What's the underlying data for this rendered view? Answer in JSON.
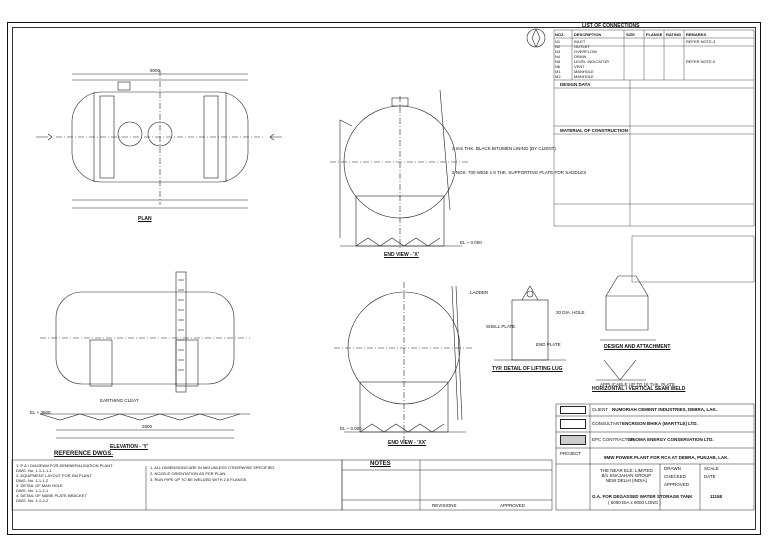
{
  "section_headers": {
    "list_of_connections": "LIST OF CONNECTIONS",
    "design_data": "DESIGN DATA",
    "material_of_construction": "MATERIAL OF CONSTRUCTION",
    "reference_dwgs": "REFERENCE DWGS.",
    "notes": "NOTES"
  },
  "connections_table": {
    "headers": [
      "NOZ.",
      "DESCRIPTION",
      "SIZE",
      "FLANGE",
      "RATING",
      "REMARKS"
    ],
    "rows": [
      [
        "N1",
        "INLET",
        "",
        "",
        "",
        "REFER NOTE-3"
      ],
      [
        "N2",
        "OUTLET",
        "",
        "",
        "",
        ""
      ],
      [
        "N3",
        "OVERFLOW",
        "",
        "",
        "",
        ""
      ],
      [
        "N4",
        "DRAIN",
        "",
        "",
        "",
        ""
      ],
      [
        "N5",
        "LEVEL INDICATOR",
        "",
        "",
        "",
        "REFER NOTE-5"
      ],
      [
        "N6",
        "VENT",
        "",
        "",
        "",
        ""
      ],
      [
        "M1",
        "MANHOLE",
        "",
        "",
        "",
        ""
      ],
      [
        "M2",
        "MANHOLE",
        "",
        "",
        "",
        ""
      ]
    ]
  },
  "views": {
    "plan": "PLAN",
    "elevation": "ELEVATION - 'Y'",
    "end_view_x": "END VIEW - 'X'",
    "end_view_xx": "END VIEW - 'XX'",
    "lifting_lug": "TYP. DETAIL OF LIFTING LUG",
    "saddle": "DESIGN AND ATTACHMENT",
    "weld": "HORIZONTAL / VERTICAL SEAM WELD"
  },
  "annotations": {
    "earthing_cleat": "EARTHING CLEAT",
    "black_bitumen": "3 mm THK. BLACK BITUMEN LINING (BY CLIENT)",
    "nos_plate": "2 NOS. 700 WIDE x 8 THK. SUPPORTING PLATE FOR SADDLES",
    "ladder": "LADDER",
    "shell_plate": "SHELL PLATE",
    "end_plate": "END PLATE",
    "lug_note": "APPLICABLE UP TO 16 THK. PLATE",
    "shell_hole": "20 DIA. HOLE"
  },
  "title_block": {
    "client_label": "CLIENT",
    "client": "NUMORIAH CEMENT INDUSTRIES, DEBRA, LAK.",
    "consultant_label": "CONSULTANT",
    "consultant": "ENCRISON BHIKA (MARTTLE) LTD.",
    "epc_label": "EPC CONTRACTOR",
    "epc": "SINOMA ENERGY CONSERVATION LTD.",
    "project_label": "PROJECT",
    "project": "9MW POWER PLANT FOR RCA AT DEBRA, PUNJAB, LAK.",
    "vendor": "THE NEAR ELE. LIMITED\nB/1 SNAJAHAN GROUP\nNEW DELHI (INDIA)",
    "drawing_title": "G.A. FOR DEGASSED WATER STORAGE TANK",
    "drawing_sub": "( 6000 DIA x 9000 LONG )",
    "drawing_no": "11158",
    "revision_label": "REVISIONS",
    "approved_label": "APPROVED",
    "drawn": "DRAWN",
    "checked": "CHECKED",
    "approved": "APPROVED",
    "scale": "SCALE",
    "date": "DATE"
  },
  "reference_list": [
    "1. P & I DIAGRAM FOR DEMINERALISATION PLANT",
    "   DWG. No. 1-1-1-1-1",
    "2. EQUIPMENT LAYOUT FOR DM PLANT",
    "   DWG. No. 1-1-1-2",
    "3. DETAIL OF MAN HOLE",
    "   DWG. No. 1-1-2-1",
    "4. DETAIL OF NAME PLATE BRACKET",
    "   DWG. No. 1-1-2-2"
  ],
  "notes_list": [
    "1. ALL DIMENSIONS ARE IN MM UNLESS OTHERWISE SPECIFIED.",
    "2. NOZZLE ORIENTATION AS PER PLAN.",
    "3. RUN PIPE UP TO BE WELDED WITH 2.5 FLANGE."
  ],
  "dimensions": {
    "overall_length": "9000",
    "diameter": "2600",
    "el_top": "EL + 3500",
    "el_bot": "EL + 0.000",
    "el_fnd": "EL + 0.000"
  }
}
